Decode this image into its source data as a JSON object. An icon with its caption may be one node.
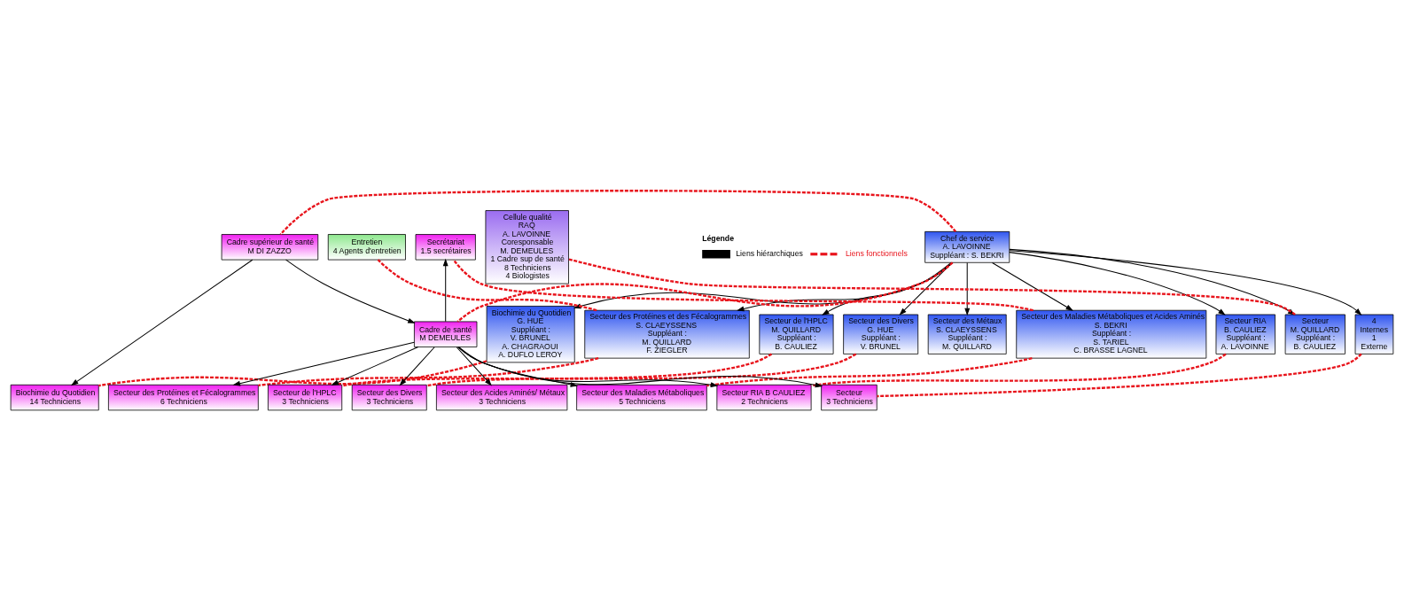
{
  "diagram": {
    "nodes": [
      {
        "text": [
          "Chef de service",
          "A. LAVOINNE",
          "Suppléant : S. BEKRI"
        ]
      },
      {
        "text": [
          "Biochimie du Quotidien",
          "G. HUE",
          "Suppléant :",
          "V. BRUNEL",
          "A. CHAGRAOUI",
          "A. DUFLO LEROY"
        ]
      },
      {
        "text": [
          "Secteur des Protéines et des Fécalogrammes",
          "S. CLAEYSSENS",
          "Suppléant :",
          "M. QUILLARD",
          "F. ZIEGLER"
        ]
      },
      {
        "text": [
          "Secteur de l'HPLC",
          "M. QUILLARD",
          "Suppléant :",
          "B. CAULIEZ"
        ]
      },
      {
        "text": [
          "Secteur des Divers",
          "G. HUE",
          "Suppléant :",
          "V. BRUNEL"
        ]
      },
      {
        "text": [
          "Secteur des Métaux",
          "S. CLAEYSSENS",
          "Suppléant :",
          "M. QUILLARD"
        ]
      },
      {
        "text": [
          "Secteur des Maladies Métaboliques et Acides Aminés",
          "S. BEKRI",
          "Suppléant :",
          "S. TARIEL",
          "C. BRASSE LAGNEL"
        ]
      },
      {
        "text": [
          "Secteur RIA",
          "B. CAULIEZ",
          "Suppléant :",
          "A. LAVOINNE"
        ]
      },
      {
        "text": [
          "Secteur",
          "M. QUILLARD",
          "Suppléant :",
          "B. CAULIEZ"
        ]
      },
      {
        "text": [
          "4",
          "Internes",
          "1",
          "Externe"
        ]
      },
      {
        "text": [
          "Cadre supérieur de santé",
          "M DI ZAZZO"
        ]
      },
      {
        "text": [
          "Entretien",
          "4 Agents d'entretien"
        ]
      },
      {
        "text": [
          "Cadre de santé",
          "M DEMEULES"
        ]
      },
      {
        "text": [
          "Secrétariat",
          "1.5 secrétaires"
        ]
      },
      {
        "text": [
          "Cellule qualité",
          "RAQ",
          "A. LAVOINNE",
          "Coresponsable",
          "M. DEMEULES",
          "1 Cadre sup de santé",
          "8 Techniciens",
          "4 Biologistes"
        ]
      },
      {
        "text": [
          "Biochimie du Quotidien",
          "14 Techniciens"
        ]
      },
      {
        "text": [
          "Secteur des Protéines et Fécalogrammes",
          "6 Techniciens"
        ]
      },
      {
        "text": [
          "Secteur de l'HPLC",
          "3 Techniciens"
        ]
      },
      {
        "text": [
          "Secteur des Divers",
          "3 Techniciens"
        ]
      },
      {
        "text": [
          "Secteur des Acides Aminés/ Métaux",
          "3 Techniciens"
        ]
      },
      {
        "text": [
          "Secteur des Maladies Métaboliques",
          "5 Techniciens"
        ]
      },
      {
        "text": [
          "Secteur RIA B CAULIEZ",
          "2 Techniciens"
        ]
      },
      {
        "text": [
          "Secteur",
          "3 Techniciens"
        ]
      }
    ],
    "edges": [
      {
        "from": 0,
        "to": 1,
        "arrow": "to"
      },
      {
        "from": 0,
        "to": 2,
        "arrow": "to"
      },
      {
        "from": 0,
        "to": 3,
        "arrow": "to"
      },
      {
        "from": 0,
        "to": 4,
        "arrow": "to"
      },
      {
        "from": 0,
        "to": 5,
        "arrow": "to"
      },
      {
        "from": 0,
        "to": 6,
        "arrow": "to"
      },
      {
        "from": 0,
        "to": 7,
        "arrow": "to"
      },
      {
        "from": 0,
        "to": 8,
        "arrow": "to"
      },
      {
        "from": 0,
        "to": 9,
        "arrow": "to"
      },
      {
        "from": 10,
        "to": 12,
        "arrow": "to"
      },
      {
        "from": 10,
        "to": 15,
        "arrow": "to"
      },
      {
        "from": 12,
        "to": 16,
        "arrow": "to"
      },
      {
        "from": 12,
        "to": 17,
        "arrow": "to"
      },
      {
        "from": 12,
        "to": 18,
        "arrow": "to"
      },
      {
        "from": 12,
        "to": 19,
        "arrow": "to"
      },
      {
        "from": 12,
        "to": 20,
        "arrow": "to"
      },
      {
        "from": 12,
        "to": 21,
        "arrow": "to"
      },
      {
        "from": 12,
        "to": 22,
        "arrow": "to"
      },
      {
        "from": 12,
        "to": 13,
        "arrow": "to"
      },
      {
        "from": 1,
        "to": 15,
        "arrow": "none",
        "style": "dashed",
        "color": "#e8141c"
      },
      {
        "from": 2,
        "to": 16,
        "arrow": "none",
        "style": "dashed",
        "color": "#e8141c"
      },
      {
        "from": 2,
        "to": 11,
        "arrow": "none",
        "style": "dashed",
        "color": "#e8141c"
      },
      {
        "from": 3,
        "to": 17,
        "arrow": "none",
        "style": "dashed",
        "color": "#e8141c"
      },
      {
        "from": 4,
        "to": 18,
        "arrow": "none",
        "style": "dashed",
        "color": "#e8141c"
      },
      {
        "from": 0,
        "to": 10,
        "arrow": "none",
        "style": "dashed",
        "color": "#e8141c"
      },
      {
        "from": 0,
        "to": 12,
        "arrow": "none",
        "style": "dashed",
        "color": "#e8141c"
      },
      {
        "from": 6,
        "to": 20,
        "arrow": "none",
        "style": "dashed",
        "color": "#e8141c"
      },
      {
        "from": 6,
        "to": 13,
        "arrow": "none",
        "style": "dashed",
        "color": "#e8141c"
      },
      {
        "from": 7,
        "to": 21,
        "arrow": "none",
        "style": "dashed",
        "color": "#e8141c"
      },
      {
        "from": 8,
        "to": 14,
        "arrow": "none",
        "style": "dashed",
        "color": "#e8141c"
      },
      {
        "from": 9,
        "to": 22,
        "arrow": "none",
        "style": "dashed",
        "color": "#e8141c"
      }
    ],
    "labels": [
      "Légende"
    ],
    "legend": [
      {
        "text": "Liens hiérarchiques"
      },
      {
        "text": "Liens fonctionnels"
      }
    ]
  }
}
